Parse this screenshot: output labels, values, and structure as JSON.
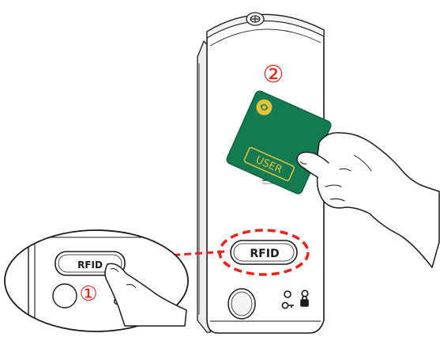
{
  "steps": {
    "step1": "①",
    "step2": "②"
  },
  "device": {
    "button_label": "RFID"
  },
  "card": {
    "label": "USER"
  },
  "colors": {
    "accent_red": "#e8211b",
    "card_green": "#147a52",
    "card_gold": "#e6c23a",
    "outline": "#1a1a1a"
  },
  "icons": [
    "key-icon",
    "lock-icon",
    "card-logo-icon"
  ]
}
